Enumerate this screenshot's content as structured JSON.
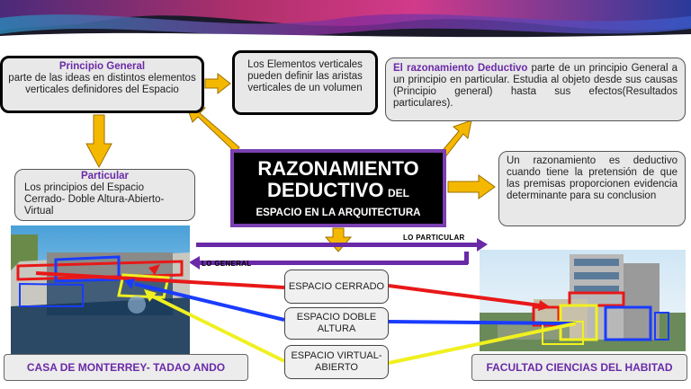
{
  "principio": {
    "title": "Principio General",
    "body": "parte de las ideas en distintos elementos verticales definidores del Espacio"
  },
  "elementos": {
    "body": "Los Elementos verticales pueden definir las aristas verticales de un volumen"
  },
  "razonamiento_def": {
    "title": "El razonamiento Deductivo",
    "body": "parte de un principio General a un principio en particular. Estudia al objeto desde sus causas (Principio general) hasta sus efectos(Resultados particulares)."
  },
  "particular": {
    "title": "Particular",
    "body": "Los principios del Espacio Cerrado- Doble Altura-Abierto-Virtual"
  },
  "title": {
    "line1": "RAZONAMIENTO",
    "line2": "DEDUCTIVO",
    "line2b": "DEL",
    "line3": "ESPACIO EN LA ARQUITECTURA"
  },
  "deductivo_def": {
    "body": "Un razonamiento es deductivo cuando tiene la pretensión de que las premisas proporcionen evidencia determinante para su conclusion"
  },
  "levels": {
    "particular": "LO PARTICULAR",
    "general": "LO GENERAL"
  },
  "spaces": [
    {
      "label": "ESPACIO CERRADO"
    },
    {
      "label": "ESPACIO DOBLE ALTURA"
    },
    {
      "label": "ESPACIO VIRTUAL-ABIERTO"
    }
  ],
  "captions": {
    "left": "CASA DE MONTERREY- TADAO ANDO",
    "right": "FACULTAD CIENCIAS DEL HABITAD"
  },
  "colors": {
    "arrow": "#f5b800",
    "purple": "#6a2aa8",
    "cerrado": "#e81818",
    "doble_altura": "#1a3cff",
    "virtual": "#f0f020"
  }
}
